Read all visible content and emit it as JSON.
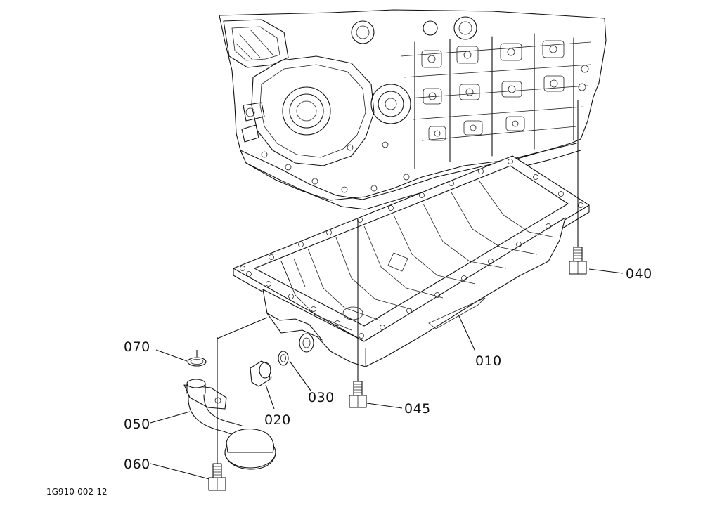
{
  "figure_id": "1G910-002-12",
  "callouts": [
    {
      "id": "010",
      "label": "010"
    },
    {
      "id": "020",
      "label": "020"
    },
    {
      "id": "030",
      "label": "030"
    },
    {
      "id": "040",
      "label": "040"
    },
    {
      "id": "045",
      "label": "045"
    },
    {
      "id": "050",
      "label": "050"
    },
    {
      "id": "060",
      "label": "060"
    },
    {
      "id": "070",
      "label": "070"
    }
  ]
}
